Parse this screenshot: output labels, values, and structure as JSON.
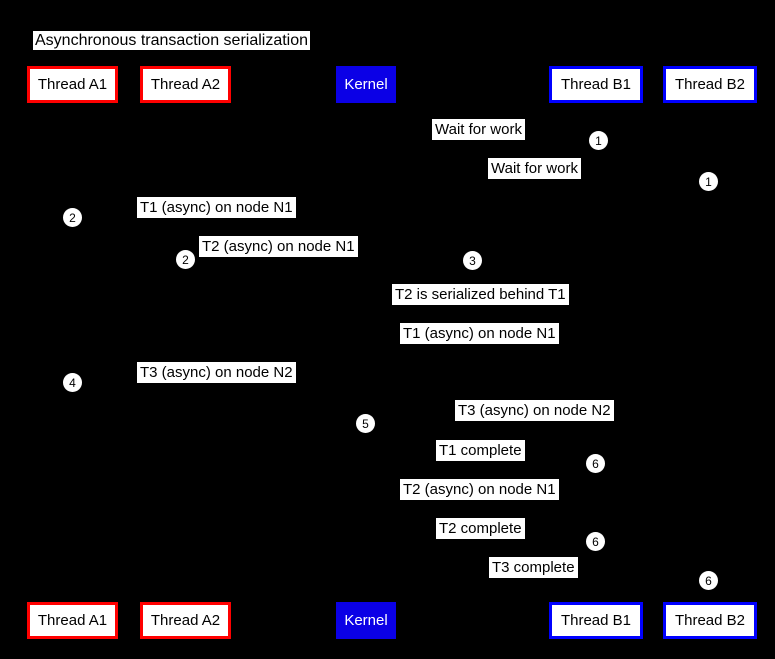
{
  "diagram": {
    "title": "Asynchronous transaction serialization",
    "participants": [
      {
        "label": "Thread A1"
      },
      {
        "label": "Thread A2"
      },
      {
        "label": "Kernel"
      },
      {
        "label": "Thread B1"
      },
      {
        "label": "Thread B2"
      }
    ],
    "messages": [
      {
        "label": "Wait for work"
      },
      {
        "label": "Wait for work"
      },
      {
        "label": "T1 (async) on node N1"
      },
      {
        "label": "T2 (async) on node N1"
      },
      {
        "label": "T2 is serialized behind T1"
      },
      {
        "label": "T1 (async) on node N1"
      },
      {
        "label": "T3 (async) on node N2"
      },
      {
        "label": "T3 (async) on node N2"
      },
      {
        "label": "T1 complete"
      },
      {
        "label": "T2 (async) on node N1"
      },
      {
        "label": "T2 complete"
      },
      {
        "label": "T3 complete"
      }
    ],
    "step_badges": [
      {
        "number": "1"
      },
      {
        "number": "1"
      },
      {
        "number": "2"
      },
      {
        "number": "2"
      },
      {
        "number": "3"
      },
      {
        "number": "4"
      },
      {
        "number": "5"
      },
      {
        "number": "6"
      },
      {
        "number": "6"
      },
      {
        "number": "6"
      }
    ],
    "colors": {
      "background": "#000000",
      "thread_a_border": "#ff0000",
      "thread_b_border": "#0000ff",
      "kernel_fill": "#0b00e6",
      "kernel_text": "#ffffff",
      "label_bg": "#ffffff",
      "label_text": "#000000"
    }
  }
}
